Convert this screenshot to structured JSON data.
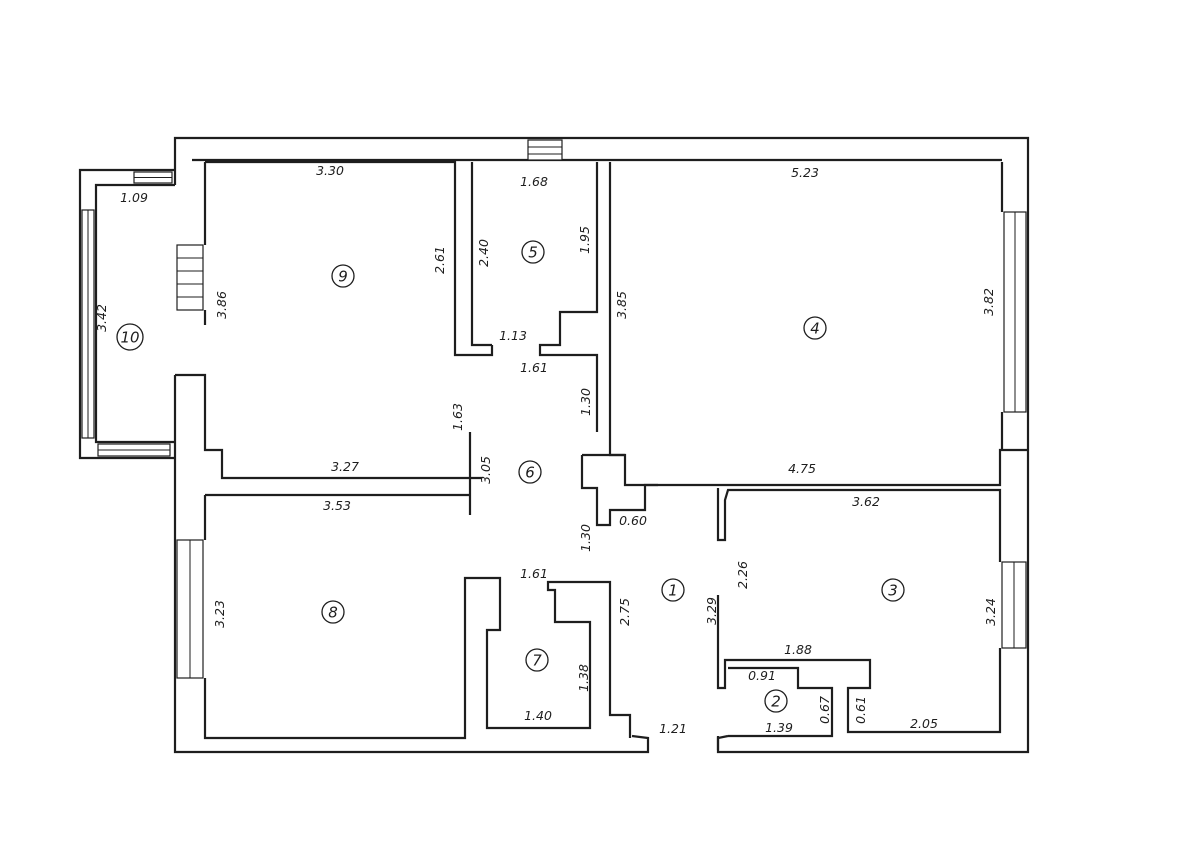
{
  "rooms": [
    {
      "number": "1"
    },
    {
      "number": "2"
    },
    {
      "number": "3"
    },
    {
      "number": "4"
    },
    {
      "number": "5"
    },
    {
      "number": "6"
    },
    {
      "number": "7"
    },
    {
      "number": "8"
    },
    {
      "number": "9"
    },
    {
      "number": "10"
    }
  ],
  "dimensions": {
    "r9_top": "3.30",
    "r9_right": "2.61",
    "r9_left": "3.86",
    "r9_bottom": "3.27",
    "r10_top": "1.09",
    "r10_left": "3.42",
    "r5_top": "1.68",
    "r5_left": "2.40",
    "r5_right": "1.95",
    "r5_bottom": "1.13",
    "r4_top": "5.23",
    "r4_left": "3.85",
    "r4_right": "3.82",
    "r4_bottom": "4.75",
    "r6_top": "1.61",
    "r6_side1": "1.30",
    "r6_side2": "1.63",
    "r6_side3": "3.05",
    "r6_side4": "0.60",
    "r6_side5": "1.30",
    "r8_top": "3.53",
    "r8_left": "3.23",
    "r3_top": "3.62",
    "r3_left1": "2.26",
    "r3_left2": "3.29",
    "r3_right": "3.24",
    "r3_bottom": "2.05",
    "r3_inner": "0.61",
    "r2_top": "1.88",
    "r2_left": "0.91",
    "r2_right": "0.67",
    "r2_bottom": "1.39",
    "r7_top": "1.61",
    "r7_right": "1.38",
    "r7_bottom": "1.40",
    "r1_side": "2.75",
    "r1_bottom": "1.21"
  }
}
